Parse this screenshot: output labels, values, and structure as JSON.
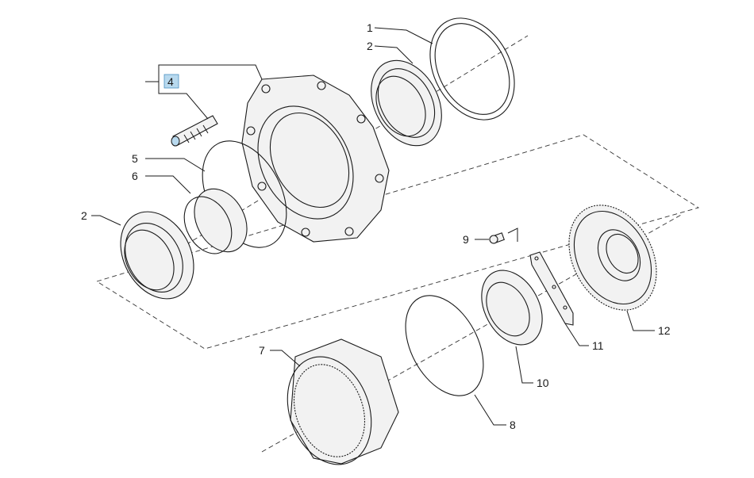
{
  "highlight_color": "#b8d9ee",
  "callouts": [
    {
      "label": "1",
      "part": "outer-seal"
    },
    {
      "label": "2",
      "part": "bearing-ring-upper"
    },
    {
      "label": "4",
      "part": "stud-bolt",
      "highlighted": true
    },
    {
      "label": "5",
      "part": "o-ring"
    },
    {
      "label": "6",
      "part": "spacer-sleeve"
    },
    {
      "label": "2",
      "part": "bearing-ring-lower"
    },
    {
      "label": "9",
      "part": "screw"
    },
    {
      "label": "12",
      "part": "ring-gear-carrier"
    },
    {
      "label": "11",
      "part": "lock-plate"
    },
    {
      "label": "10",
      "part": "ring-nut"
    },
    {
      "label": "7",
      "part": "internal-ring-gear"
    },
    {
      "label": "8",
      "part": "snap-ring"
    }
  ]
}
